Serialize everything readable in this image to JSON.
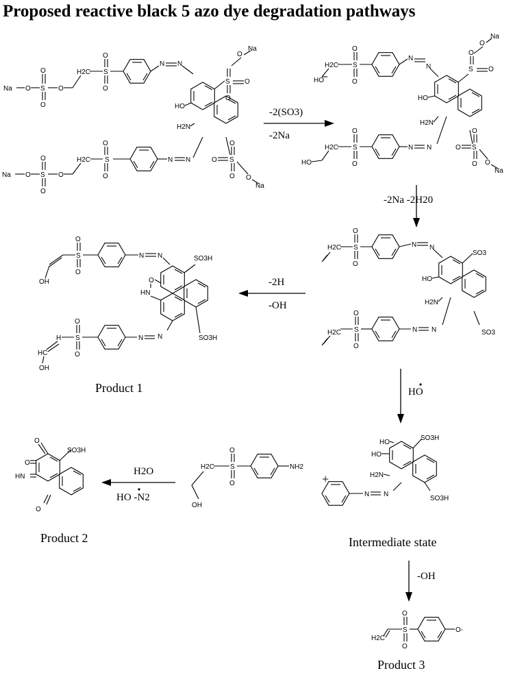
{
  "title": "Proposed reactive black 5 azo dye degradation pathways",
  "steps": {
    "s1_line1": "-2(SO3)",
    "s1_line2": "-2Na",
    "s2_line": "-2Na  -2H20",
    "s3_line1": "-2H",
    "s3_line2": "-OH",
    "s4_line": "HO",
    "s5_line1": "H2O",
    "s5_line2": "HO    -N2",
    "s6_line": "-OH"
  },
  "plus": "+",
  "labels": {
    "product1": "Product 1",
    "product2": "Product 2",
    "product3": "Product 3",
    "intermediate": "Intermediate state"
  },
  "atoms": {
    "na": "Na",
    "o": "O",
    "s": "S",
    "h2c": "H2C",
    "ho": "HO",
    "oh": "OH",
    "nh2": "NH2",
    "h2n": "H2N",
    "so3": "SO3",
    "so3h": "SO3H",
    "n": "N",
    "hn": "HN",
    "hc": "HC",
    "h": "H",
    "o_minus": "O-"
  }
}
